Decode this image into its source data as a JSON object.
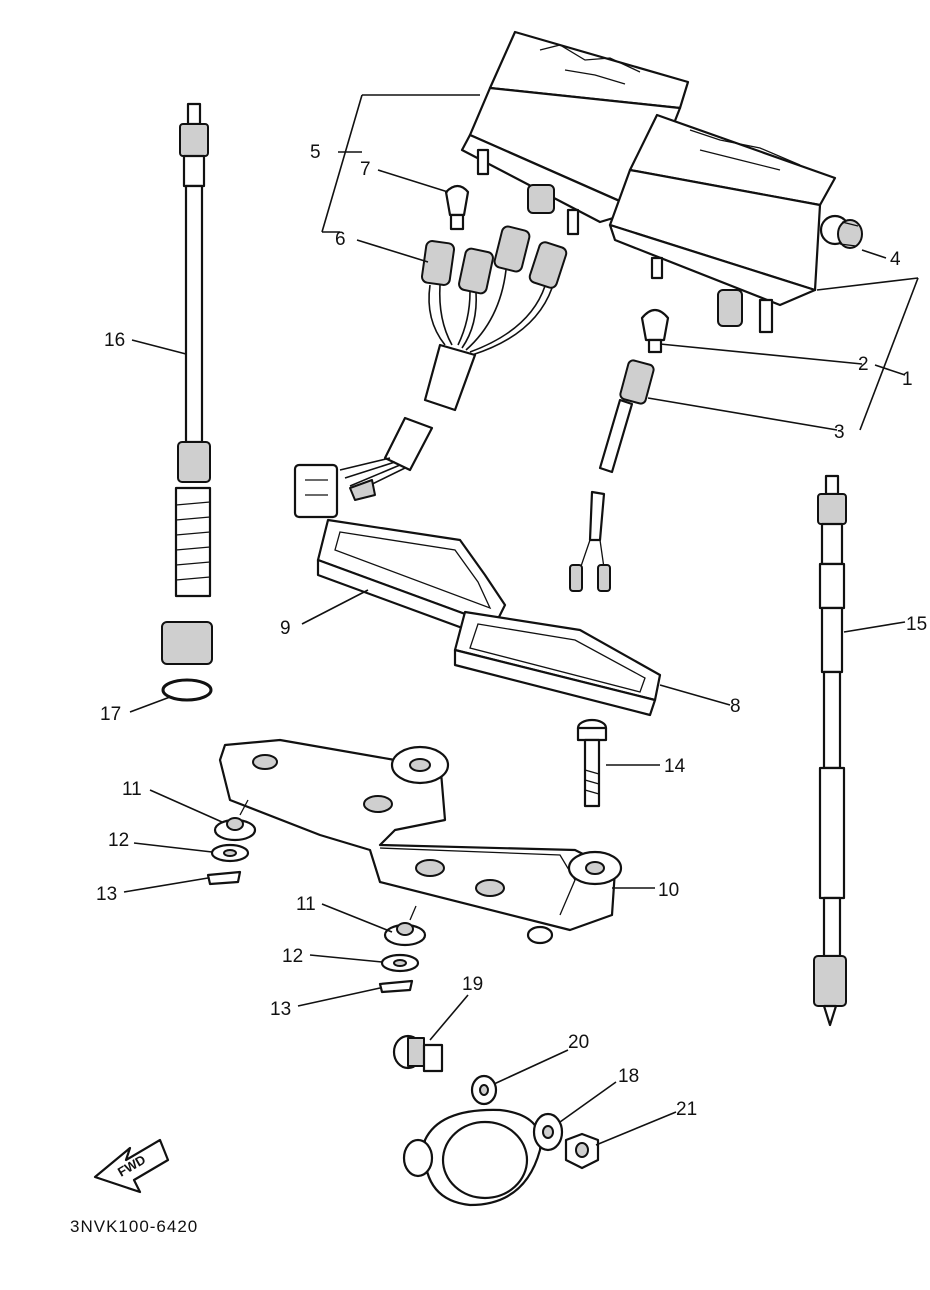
{
  "diagram_code": "3NVK100-6420",
  "fwd_label": "FWD",
  "callouts": [
    {
      "id": "1",
      "text": "1"
    },
    {
      "id": "2",
      "text": "2"
    },
    {
      "id": "3",
      "text": "3"
    },
    {
      "id": "4",
      "text": "4"
    },
    {
      "id": "5",
      "text": "5"
    },
    {
      "id": "6",
      "text": "6"
    },
    {
      "id": "7",
      "text": "7"
    },
    {
      "id": "8",
      "text": "8"
    },
    {
      "id": "9",
      "text": "9"
    },
    {
      "id": "10",
      "text": "10"
    },
    {
      "id": "11a",
      "text": "11"
    },
    {
      "id": "12a",
      "text": "12"
    },
    {
      "id": "13a",
      "text": "13"
    },
    {
      "id": "11b",
      "text": "11"
    },
    {
      "id": "12b",
      "text": "12"
    },
    {
      "id": "13b",
      "text": "13"
    },
    {
      "id": "14",
      "text": "14"
    },
    {
      "id": "15",
      "text": "15"
    },
    {
      "id": "16",
      "text": "16"
    },
    {
      "id": "17",
      "text": "17"
    },
    {
      "id": "18",
      "text": "18"
    },
    {
      "id": "19",
      "text": "19"
    },
    {
      "id": "20",
      "text": "20"
    },
    {
      "id": "21",
      "text": "21"
    }
  ]
}
